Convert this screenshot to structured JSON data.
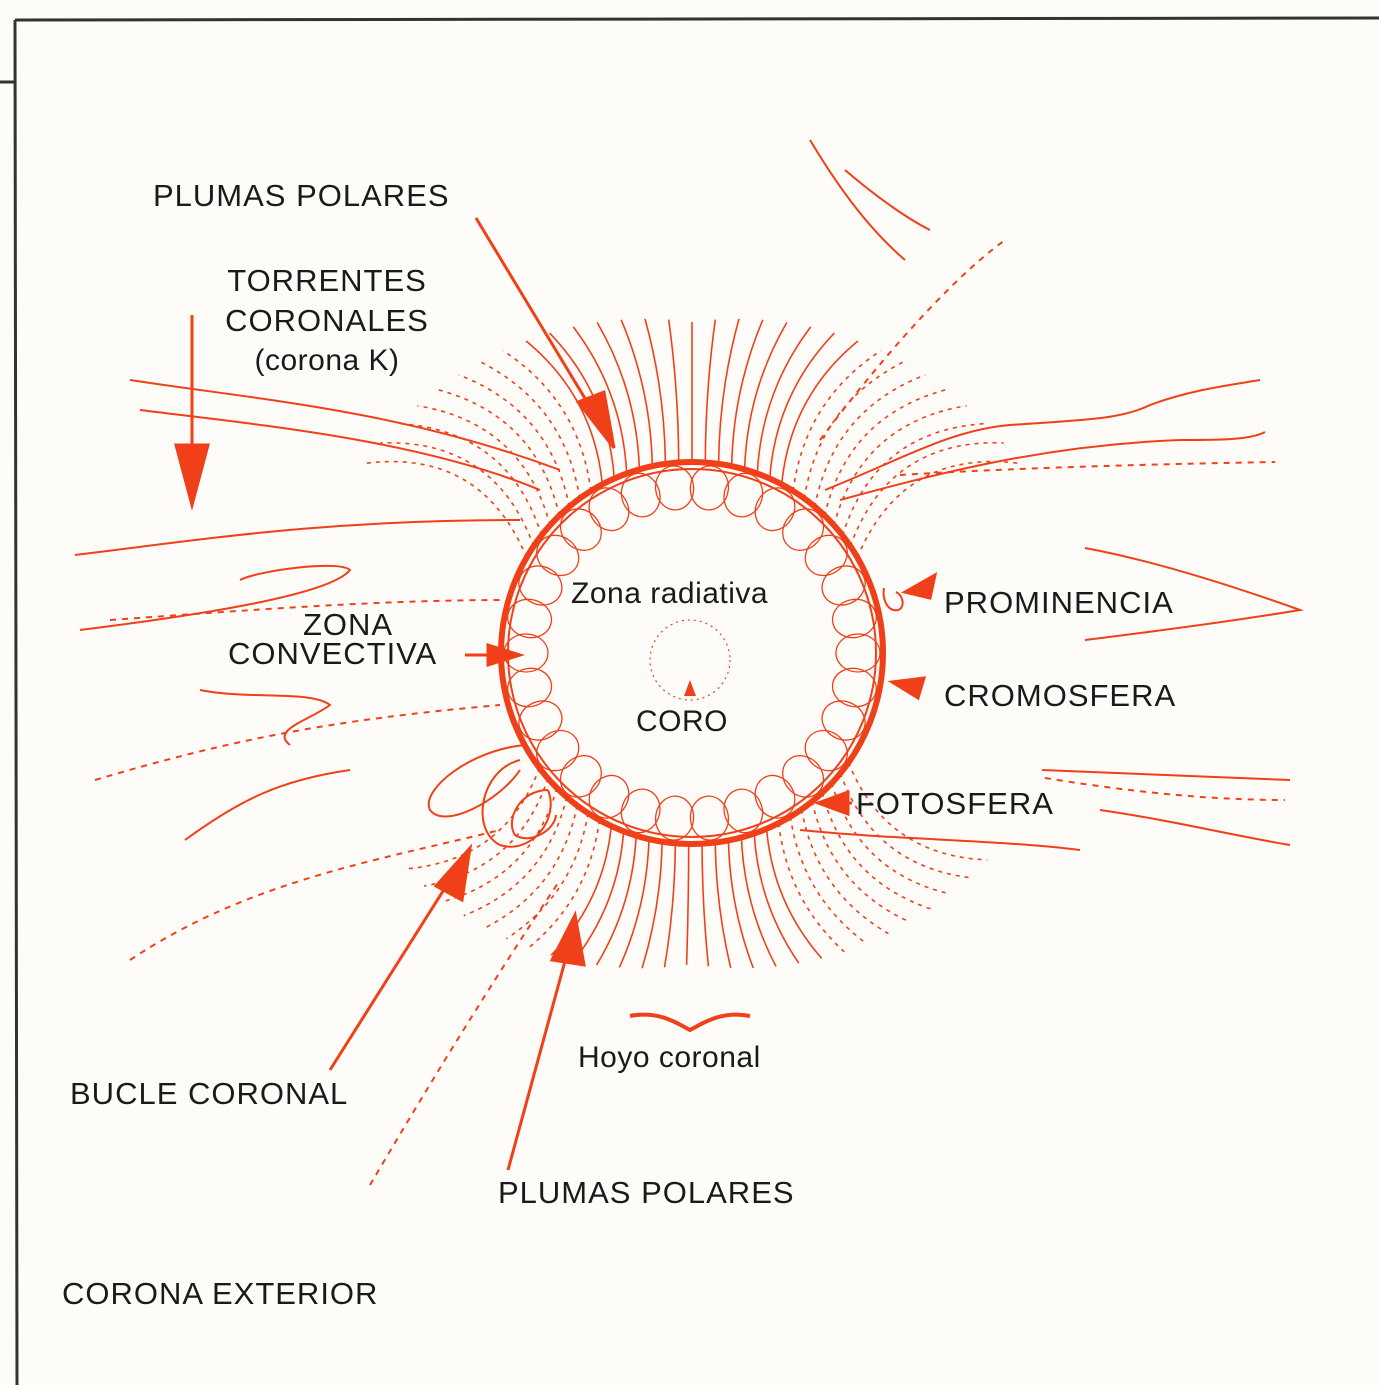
{
  "colors": {
    "accent": "#f0401a",
    "ink": "#1a1a1a",
    "paper": "#fdfcf8"
  },
  "labels": {
    "plumas_polares_top": "PLUMAS POLARES",
    "torrentes_line1": "TORRENTES",
    "torrentes_line2": "CORONALES",
    "torrentes_line3": "(corona K)",
    "zona_line1": "ZONA",
    "zona_line2": "CONVECTIVA",
    "zona_radiativa": "Zona radiativa",
    "coro": "CORO",
    "prominencia": "PROMINENCIA",
    "cromosfera": "CROMOSFERA",
    "fotosfera": "FOTOSFERA",
    "hoyo_coronal": "Hoyo coronal",
    "bucle_coronal": "BUCLE CORONAL",
    "plumas_polares_bottom": "PLUMAS POLARES",
    "corona_exterior": "CORONA EXTERIOR"
  }
}
